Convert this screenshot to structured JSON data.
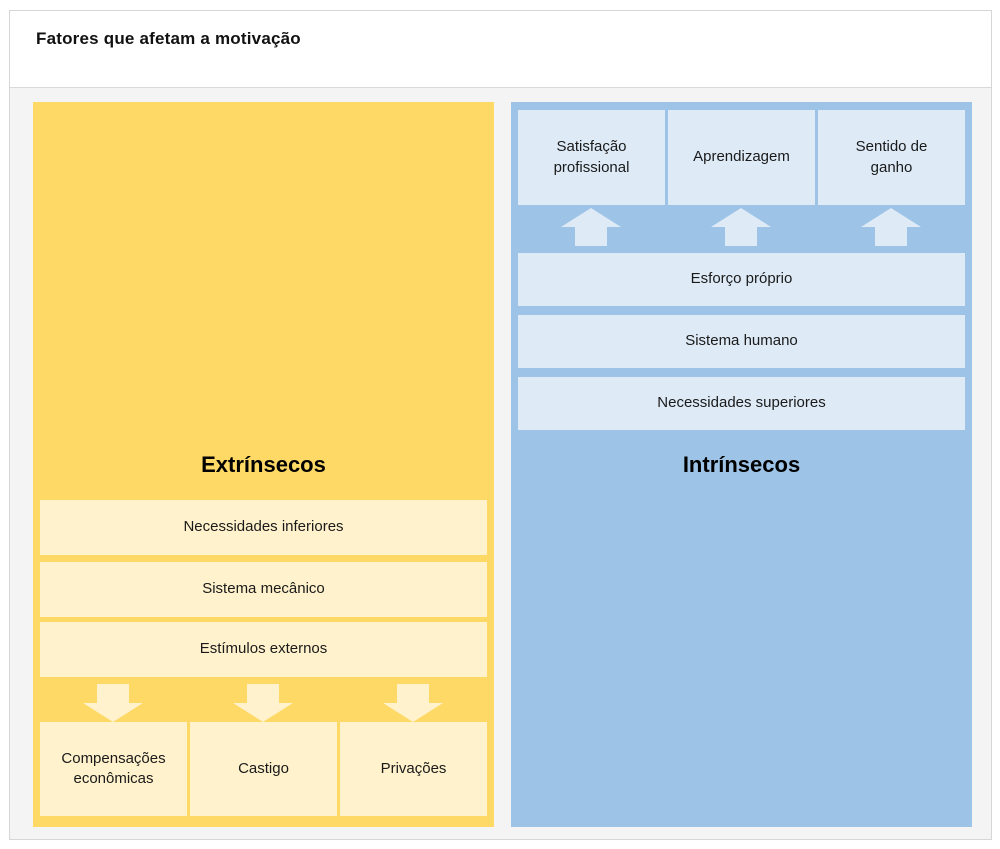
{
  "header": {
    "title": "Fatores que afetam a motivação"
  },
  "diagram": {
    "extrinsic": {
      "heading": "Extrínsecos",
      "levels": [
        "Necessidades inferiores",
        "Sistema mecânico",
        "Estímulos externos"
      ],
      "outcomes": [
        "Compensações econômicas",
        "Castigo",
        "Privações"
      ]
    },
    "intrinsic": {
      "heading": "Intrínsecos",
      "levels": [
        "Esforço próprio",
        "Sistema humano",
        "Necessidades superiores"
      ],
      "outcomes": [
        "Satisfação profissional",
        "Aprendizagem",
        "Sentido de ganho"
      ]
    }
  },
  "icons": {
    "extrinsic_arrow": "down-arrow-icon",
    "intrinsic_arrow": "up-arrow-icon"
  },
  "colors": {
    "extrinsic_panel": "#FFD966",
    "extrinsic_box": "#FFF2CC",
    "intrinsic_panel": "#9DC3E6",
    "intrinsic_box": "#DEEBF7",
    "canvas_bg": "#F4F4F4",
    "frame_border": "#D6D6D6",
    "divider": "#D9D9D9"
  }
}
